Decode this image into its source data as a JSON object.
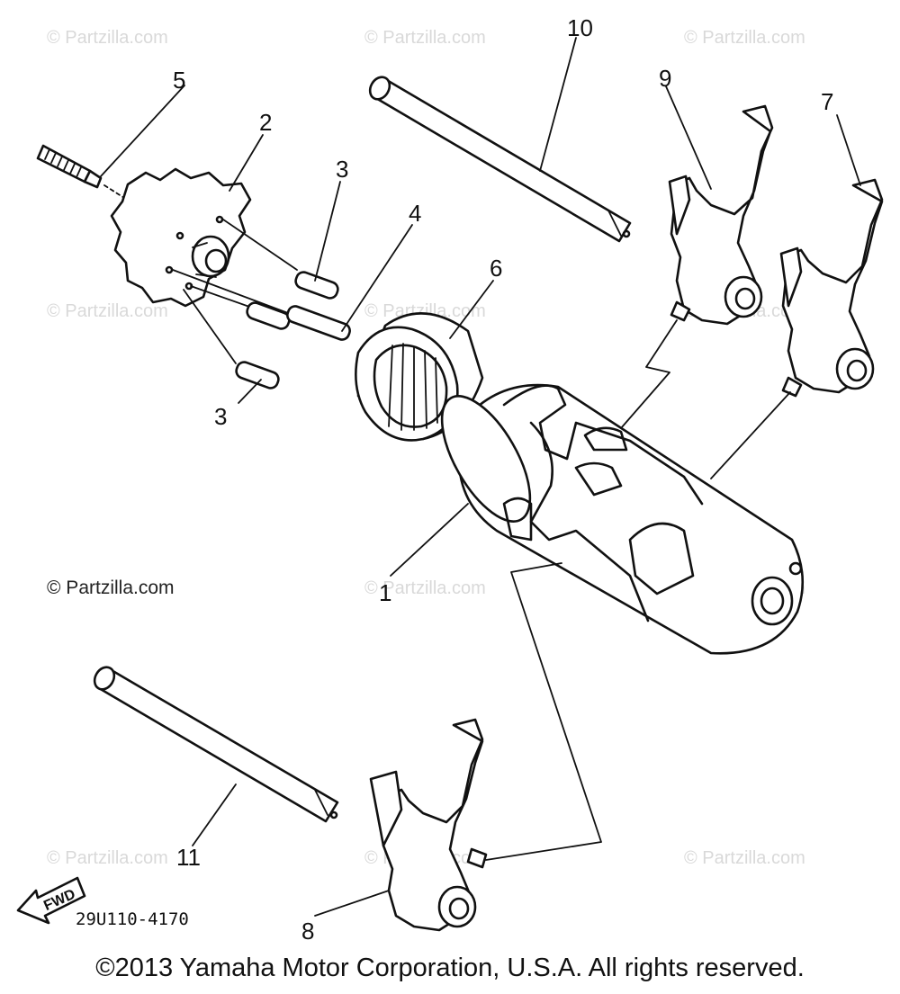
{
  "diagram": {
    "callouts": [
      "1",
      "2",
      "3",
      "3",
      "4",
      "5",
      "6",
      "7",
      "8",
      "9",
      "10",
      "11"
    ],
    "watermark_text": "© Partzilla.com",
    "fwd_label": "FWD",
    "part_code": "29U110-4170",
    "copyright": "©2013 Yamaha Motor Corporation, U.S.A. All rights reserved."
  }
}
